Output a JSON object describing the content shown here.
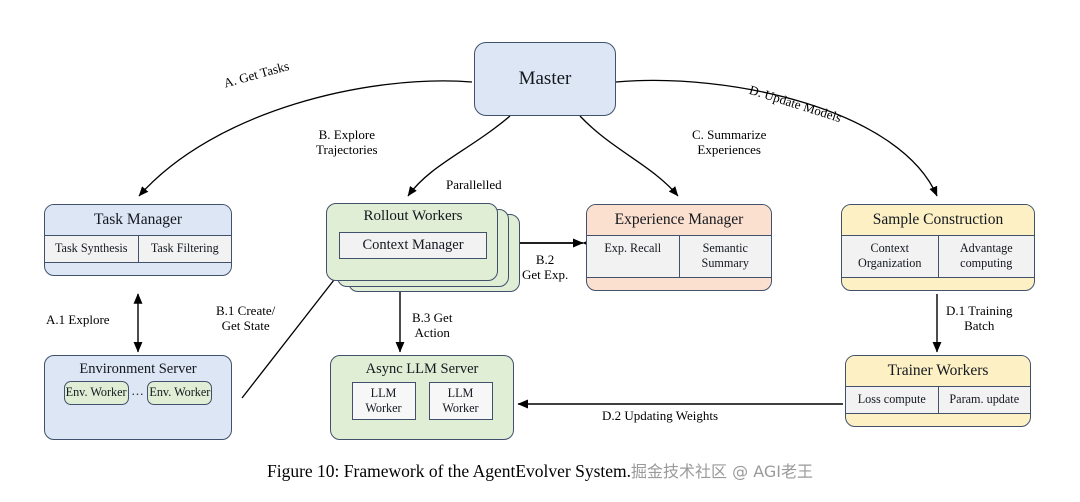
{
  "figure": {
    "caption": "Figure 10: Framework of the AgentEvolver System.",
    "watermark": "掘金技术社区 @ AGI老王"
  },
  "nodes": {
    "master": {
      "title": "Master"
    },
    "task_manager": {
      "title": "Task Manager",
      "cells": [
        "Task\nSynthesis",
        "Task\nFiltering"
      ]
    },
    "rollout_workers": {
      "title": "Rollout Workers",
      "inner": "Context Manager",
      "annotation": "Parallelled"
    },
    "experience_manager": {
      "title": "Experience Manager",
      "cells": [
        "Exp. Recall",
        "Semantic\nSummary"
      ]
    },
    "sample_construction": {
      "title": "Sample Construction",
      "cells": [
        "Context\nOrganization",
        "Advantage\ncomputing"
      ]
    },
    "environment_server": {
      "title": "Environment Server",
      "workers": [
        "Env.\nWorker",
        "Env.\nWorker"
      ],
      "separator": "..."
    },
    "async_llm_server": {
      "title": "Async LLM Server",
      "workers": [
        "LLM\nWorker",
        "LLM\nWorker"
      ]
    },
    "trainer_workers": {
      "title": "Trainer Workers",
      "cells": [
        "Loss\ncompute",
        "Param.\nupdate"
      ]
    }
  },
  "edges": {
    "a_get_tasks": "A. Get Tasks",
    "b_explore_trajectories": "B. Explore\nTrajectories",
    "c_summarize_experiences": "C. Summarize\nExperiences",
    "d_update_models": "D. Update Models",
    "a1_explore": "A.1 Explore",
    "b1_create_get_state": "B.1 Create/\nGet State",
    "b2_get_exp": "B.2\nGet Exp.",
    "b3_get_action": "B.3 Get\nAction",
    "d1_training_batch": "D.1 Training\nBatch",
    "d2_updating_weights": "D.2 Updating Weights"
  },
  "colors": {
    "blue": "#dce6f4",
    "green": "#dfeed5",
    "peach": "#fbe0cf",
    "yellow": "#fcf0c4",
    "stroke": "#41516b",
    "line": "#000000",
    "watermark": "#9a9a9a"
  }
}
